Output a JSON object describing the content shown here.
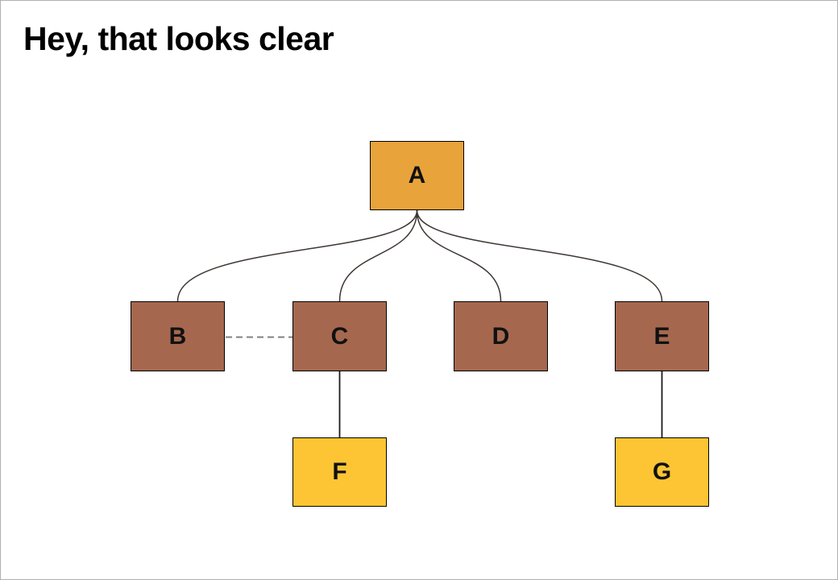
{
  "title": "Hey, that looks clear",
  "colors": {
    "background": "#FFFFFF",
    "canvas_border": "#B0B0B0",
    "node_root_fill": "#E9A33B",
    "node_middle_fill": "#A5684F",
    "node_leaf_fill": "#FDC533",
    "node_border": "#000000",
    "edge_curve": "#3E3733",
    "edge_straight": "#1A1A1A",
    "edge_dashed": "#808080",
    "label_color": "#111111",
    "title_color": "#000000"
  },
  "diagram": {
    "nodes": [
      {
        "id": "A",
        "label": "A",
        "level": "root"
      },
      {
        "id": "B",
        "label": "B",
        "level": "middle"
      },
      {
        "id": "C",
        "label": "C",
        "level": "middle"
      },
      {
        "id": "D",
        "label": "D",
        "level": "middle"
      },
      {
        "id": "E",
        "label": "E",
        "level": "middle"
      },
      {
        "id": "F",
        "label": "F",
        "level": "leaf"
      },
      {
        "id": "G",
        "label": "G",
        "level": "leaf"
      }
    ],
    "edges": [
      {
        "from": "A",
        "to": "B",
        "style": "curved"
      },
      {
        "from": "A",
        "to": "C",
        "style": "curved"
      },
      {
        "from": "A",
        "to": "D",
        "style": "curved"
      },
      {
        "from": "A",
        "to": "E",
        "style": "curved"
      },
      {
        "from": "B",
        "to": "C",
        "style": "dashed"
      },
      {
        "from": "C",
        "to": "F",
        "style": "straight"
      },
      {
        "from": "E",
        "to": "G",
        "style": "straight"
      }
    ]
  }
}
